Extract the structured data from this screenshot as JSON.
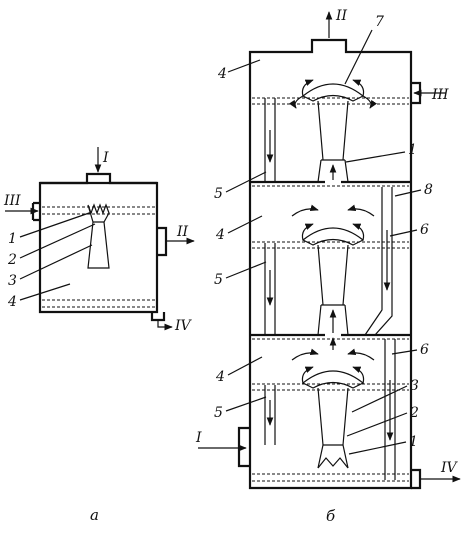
{
  "figure": {
    "caption_a": "a",
    "caption_b": "б",
    "small": {
      "stream_top": "I",
      "stream_left": "III",
      "stream_right": "II",
      "stream_bottom": "IV",
      "labels": [
        "1",
        "2",
        "3",
        "4"
      ]
    },
    "column": {
      "stream_top": "II",
      "stream_right_top": "III",
      "stream_left_bottom": "I",
      "stream_right_bottom": "IV",
      "left_labels": [
        "4",
        "5",
        "4",
        "5",
        "4",
        "5"
      ],
      "right_labels": [
        "7",
        "1",
        "8",
        "6",
        "6",
        "3",
        "2",
        "1"
      ]
    }
  }
}
